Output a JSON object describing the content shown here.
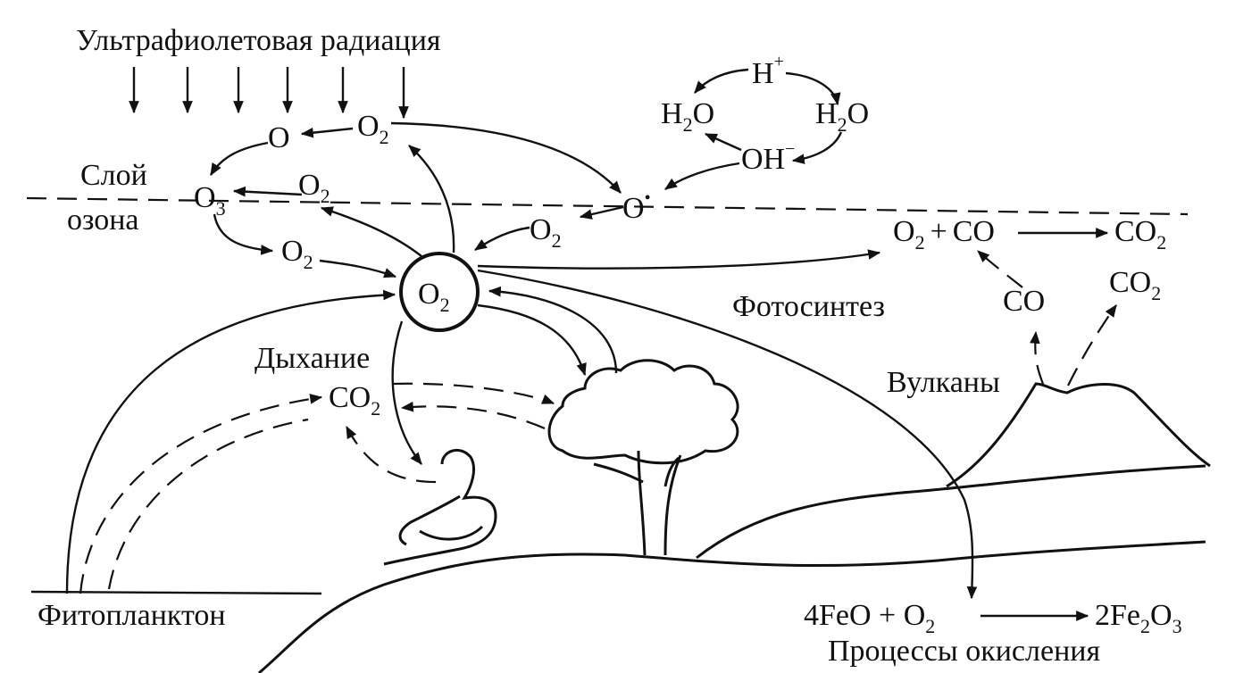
{
  "labels": {
    "uv": "Ультрафиолетовая радиация",
    "ozone_layer_1": "Слой",
    "ozone_layer_2": "озона",
    "respiration": "Дыхание",
    "photosynthesis": "Фотосинтез",
    "volcanoes": "Вулканы",
    "phytoplankton": "Фитопланктон",
    "oxidation": "Процессы окисления"
  },
  "chem": {
    "O": "O",
    "O2": "O",
    "O3": "O",
    "H": "H",
    "H2O": "H",
    "OH": "OH",
    "CO": "CO",
    "CO2": "CO",
    "plus": "+",
    "FeO": "4FeO + O",
    "Fe2O3_a": "2Fe",
    "Fe2O3_b": "O",
    "two": "2",
    "three": "3",
    "minus": "−",
    "dot": "•",
    "hplus": "+",
    "O_letter": "O"
  }
}
